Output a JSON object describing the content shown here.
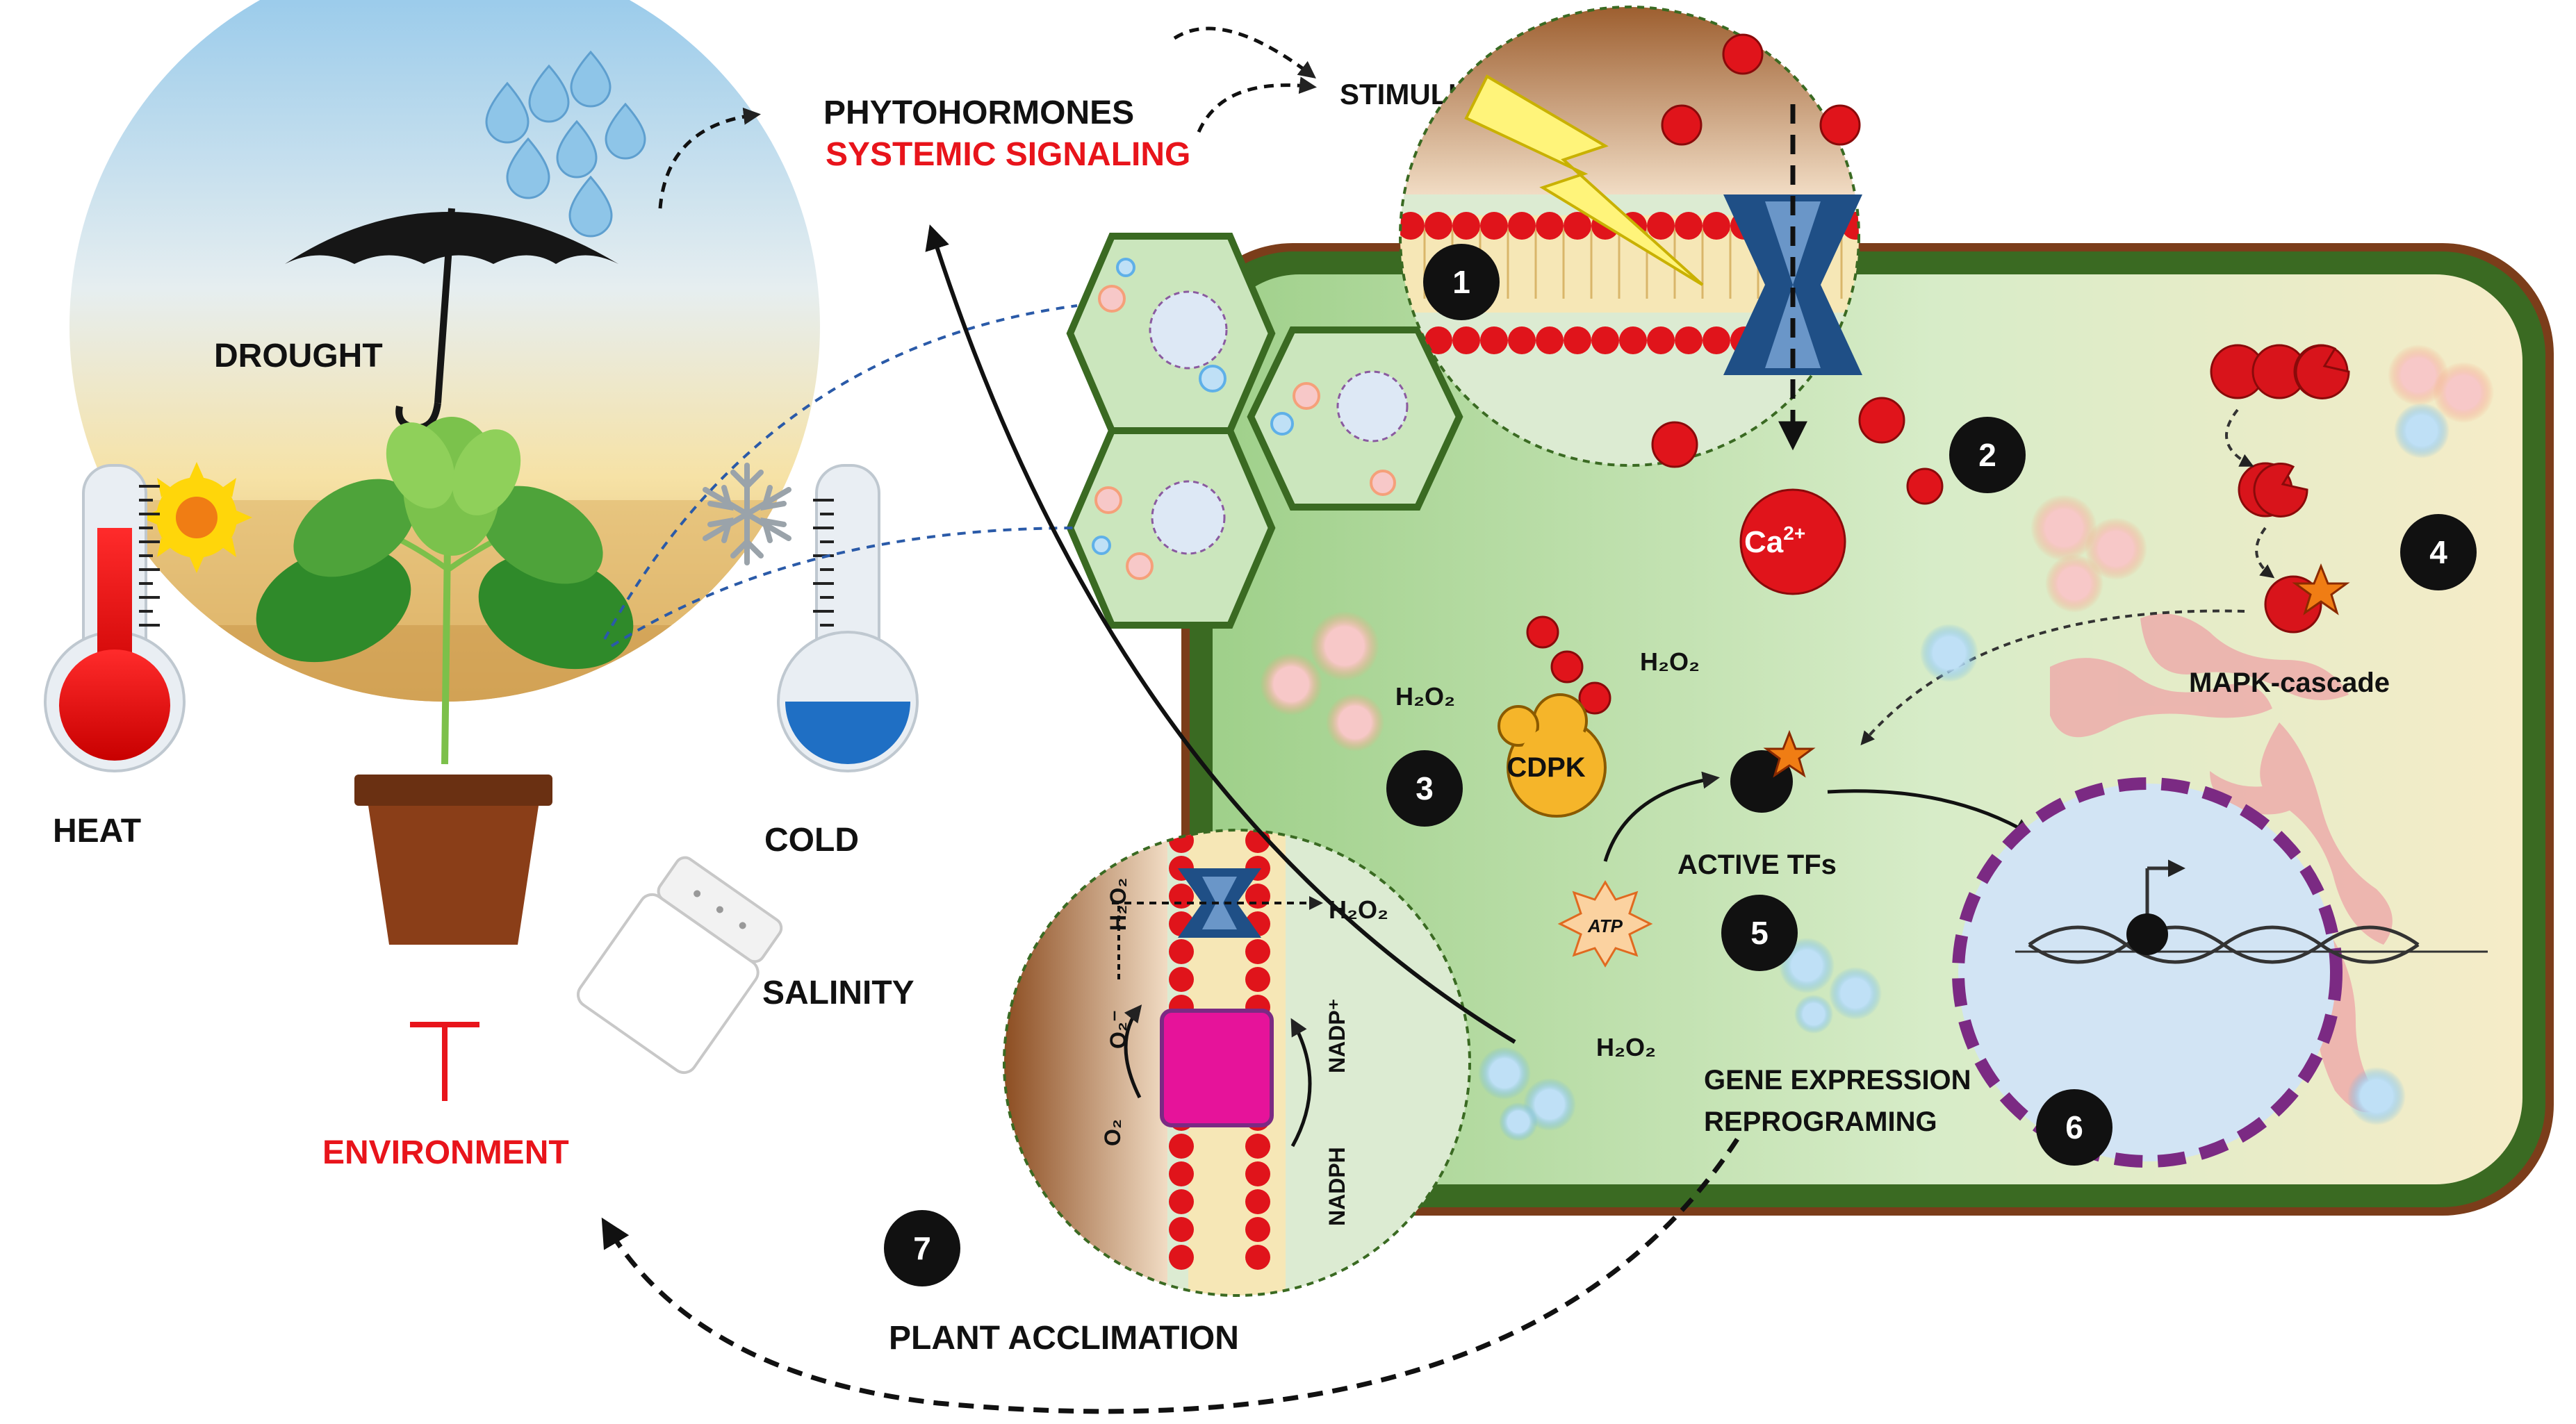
{
  "environment": {
    "drought": "DROUGHT",
    "heat": "HEAT",
    "cold": "COLD",
    "salinity": "SALINITY",
    "environment": "ENVIRONMENT"
  },
  "signaling": {
    "phytohormones": "PHYTOHORMONES",
    "systemic": "SYSTEMIC SIGNALING",
    "stimulus": "STIMULUS"
  },
  "cell": {
    "ca_top": "Ca",
    "ca_top_sup": "2+",
    "ca_inside": "Ca",
    "ca_inside_sup": "2+",
    "h2o2_a": "H₂O₂",
    "h2o2_b": "H₂O₂",
    "h2o2_c": "H₂O₂",
    "h2o2_d": "H₂O₂",
    "h2o2_e": "H₂O₂",
    "cdpk": "CDPK",
    "atp": "ATP",
    "active_tfs": "ACTIVE TFs",
    "mapk": "MAPK-cascade",
    "gene_expression_1": "GENE EXPRESSION",
    "gene_expression_2": "REPROGRAMING",
    "o2": "O₂",
    "o2_radical": "O₂⁻",
    "nadp": "NADP⁺",
    "nadph": "NADPH"
  },
  "acclimation": "PLANT ACCLIMATION",
  "steps": [
    "1",
    "2",
    "3",
    "4",
    "5",
    "6",
    "7"
  ],
  "colors": {
    "calcium": "#e0141b",
    "cell_wall": "#3a6a22",
    "cytoplasm": "#cfe7c0",
    "nucleus_border": "#7b2a83",
    "cdpk": "#f5b52a",
    "nox": "#e6139a",
    "channel": "#1f4f86",
    "accent_red": "#e8141b"
  },
  "icons": [
    "umbrella-icon",
    "rain-drops-icon",
    "sun-icon",
    "snowflake-icon",
    "thermometer-hot-icon",
    "thermometer-cold-icon",
    "salt-shaker-icon",
    "plant-pot-icon",
    "lightning-icon",
    "dna-icon",
    "star-icon"
  ]
}
